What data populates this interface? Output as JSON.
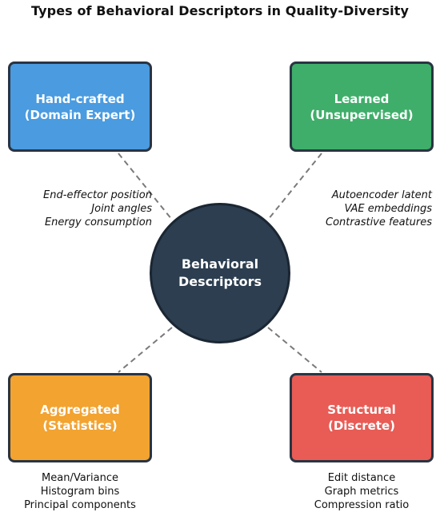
{
  "title": "Types of Behavioral Descriptors in Quality-Diversity",
  "center": {
    "line1": "Behavioral",
    "line2": "Descriptors",
    "color": "#2c3e50"
  },
  "categories": [
    {
      "line1": "Hand-crafted",
      "line2": "(Domain Expert)",
      "color": "#4a9be0",
      "examples": [
        "End-effector position",
        "Joint angles",
        "Energy consumption"
      ]
    },
    {
      "line1": "Learned",
      "line2": "(Unsupervised)",
      "color": "#3fae6a",
      "examples": [
        "Autoencoder latent",
        "VAE embeddings",
        "Contrastive features"
      ]
    },
    {
      "line1": "Aggregated",
      "line2": "(Statistics)",
      "color": "#f2a330",
      "examples": [
        "Mean/Variance",
        "Histogram bins",
        "Principal components"
      ]
    },
    {
      "line1": "Structural",
      "line2": "(Discrete)",
      "color": "#e85c55",
      "examples": [
        "Edit distance",
        "Graph metrics",
        "Compression ratio"
      ]
    }
  ],
  "connector_color": "#7a7a7a"
}
